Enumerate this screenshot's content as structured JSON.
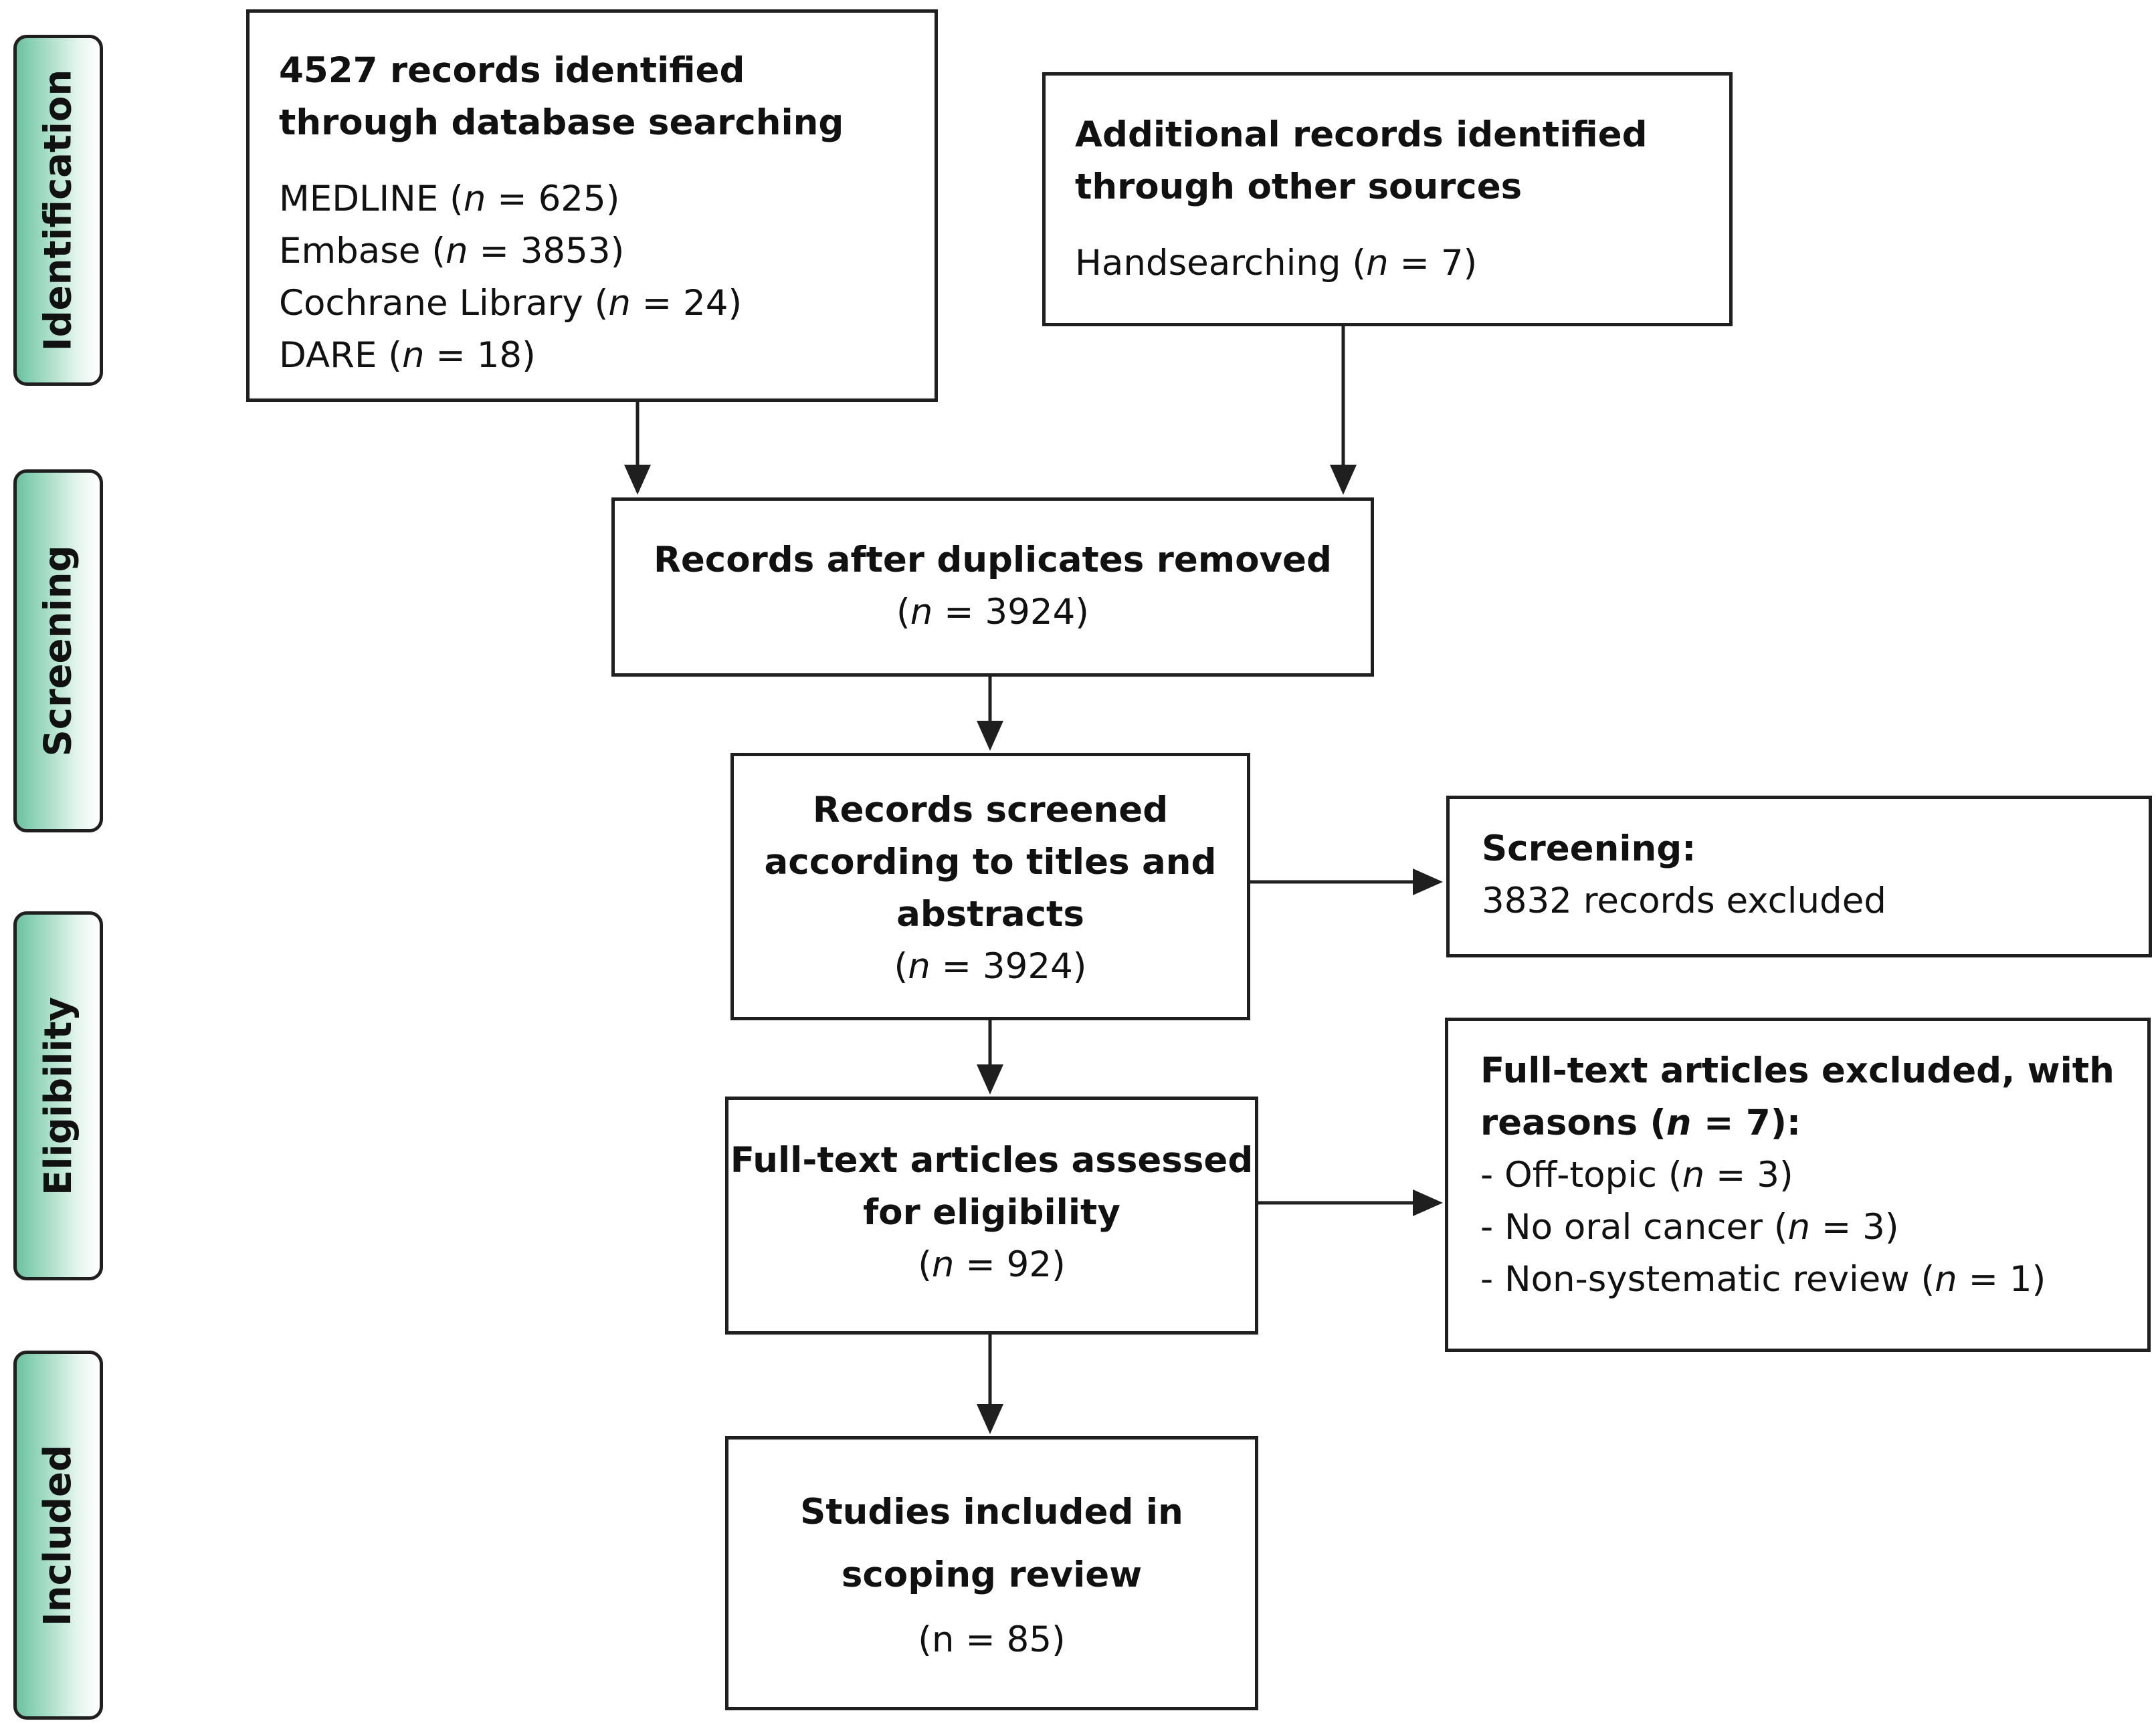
{
  "stages": {
    "identification": "Identification",
    "screening": "Screening",
    "eligibility": "Eligibility",
    "included": "Included"
  },
  "identification_db": {
    "title_line1": "4527 records identified",
    "title_line2": "through database searching",
    "sources": [
      {
        "name": "MEDLINE",
        "n": "625"
      },
      {
        "name": "Embase",
        "n": "3853"
      },
      {
        "name": "Cochrane Library",
        "n": "24"
      },
      {
        "name": "DARE",
        "n": "18"
      }
    ]
  },
  "identification_other": {
    "title_line1": "Additional records identified",
    "title_line2": "through other sources",
    "sources": [
      {
        "name": "Handsearching",
        "n": "7"
      }
    ]
  },
  "dedup": {
    "title": "Records after duplicates removed",
    "n": "3924"
  },
  "screened": {
    "title_line1": "Records screened",
    "title_line2": "according to titles and",
    "title_line3": "abstracts",
    "n": "3924"
  },
  "screening_excluded": {
    "title": "Screening:",
    "text": "3832 records excluded"
  },
  "fulltext": {
    "title_line1": "Full-text articles assessed",
    "title_line2": "for eligibility",
    "n": "92"
  },
  "fulltext_excluded": {
    "title_line1": "Full-text articles excluded, with",
    "title_line2_prefix": "reasons (",
    "title_n": "7",
    "reasons": [
      {
        "label": "Off-topic",
        "n": "3"
      },
      {
        "label": "No oral cancer",
        "n": "3"
      },
      {
        "label": "Non-systematic review",
        "n": "1"
      }
    ]
  },
  "included": {
    "title_line1": "Studies included in",
    "title_line2": "scoping review",
    "count_text": "(n = 85)"
  }
}
